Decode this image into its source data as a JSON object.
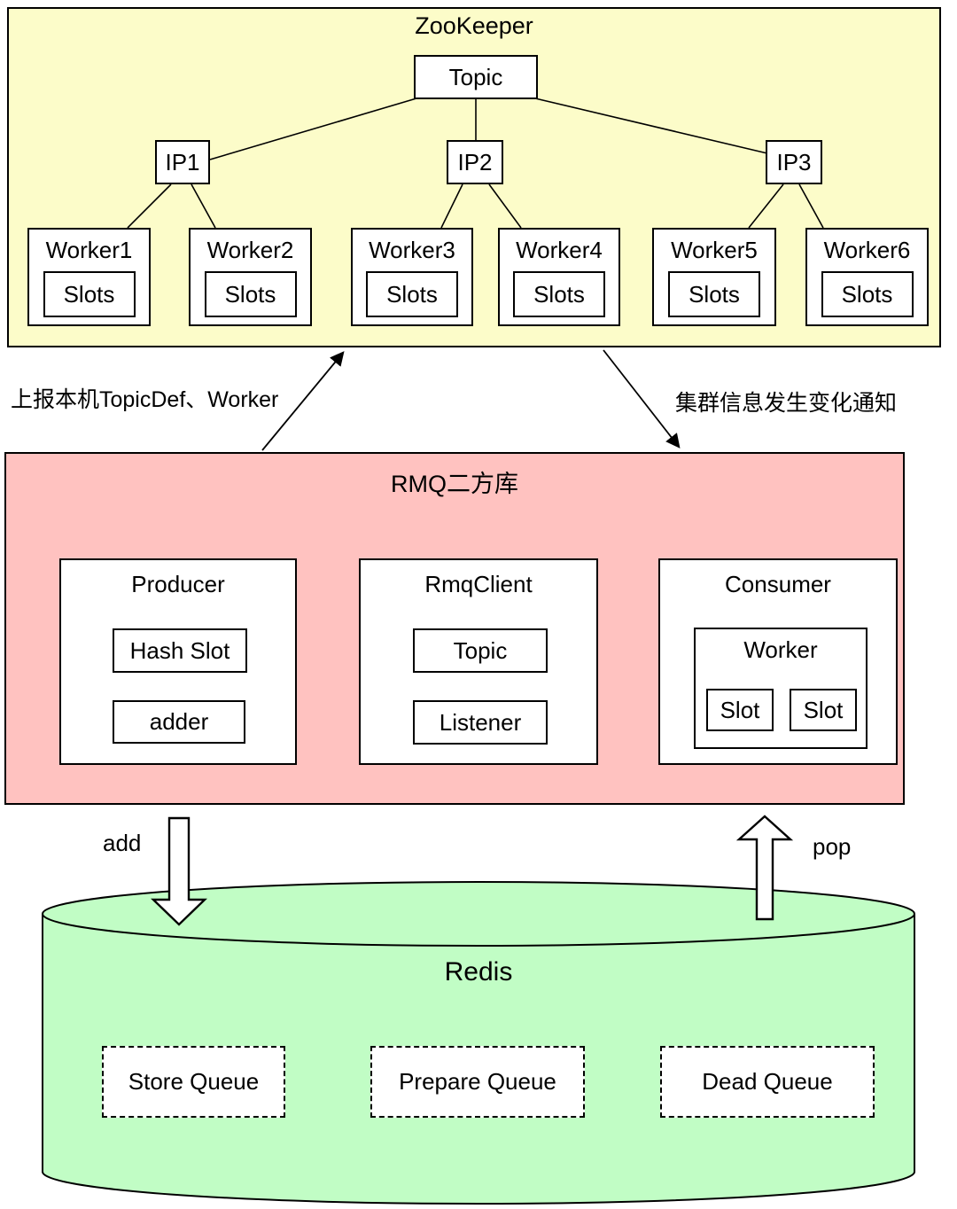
{
  "zookeeper": {
    "title": "ZooKeeper",
    "topic_label": "Topic",
    "ips": [
      {
        "label": "IP1"
      },
      {
        "label": "IP2"
      },
      {
        "label": "IP3"
      }
    ],
    "workers": [
      {
        "label": "Worker1",
        "slots_label": "Slots"
      },
      {
        "label": "Worker2",
        "slots_label": "Slots"
      },
      {
        "label": "Worker3",
        "slots_label": "Slots"
      },
      {
        "label": "Worker4",
        "slots_label": "Slots"
      },
      {
        "label": "Worker5",
        "slots_label": "Slots"
      },
      {
        "label": "Worker6",
        "slots_label": "Slots"
      }
    ]
  },
  "flows": {
    "report_to_zk": "上报本机TopicDef、Worker",
    "cluster_change_notify": "集群信息发生变化通知",
    "add": "add",
    "pop": "pop"
  },
  "rmq": {
    "title": "RMQ二方库",
    "producer": {
      "title": "Producer",
      "hash_slot": "Hash Slot",
      "adder": "adder"
    },
    "rmq_client": {
      "title": "RmqClient",
      "topic": "Topic",
      "listener": "Listener"
    },
    "consumer": {
      "title": "Consumer",
      "worker": {
        "title": "Worker",
        "slots": [
          "Slot",
          "Slot"
        ]
      }
    }
  },
  "redis": {
    "title": "Redis",
    "queues": [
      "Store Queue",
      "Prepare Queue",
      "Dead Queue"
    ]
  },
  "colors": {
    "zookeeper_bg": "#FCFCC9",
    "rmq_bg": "#FFC2C0",
    "redis_bg": "#C1FDC5",
    "node_bg": "#FFFFFF",
    "line": "#000000"
  }
}
